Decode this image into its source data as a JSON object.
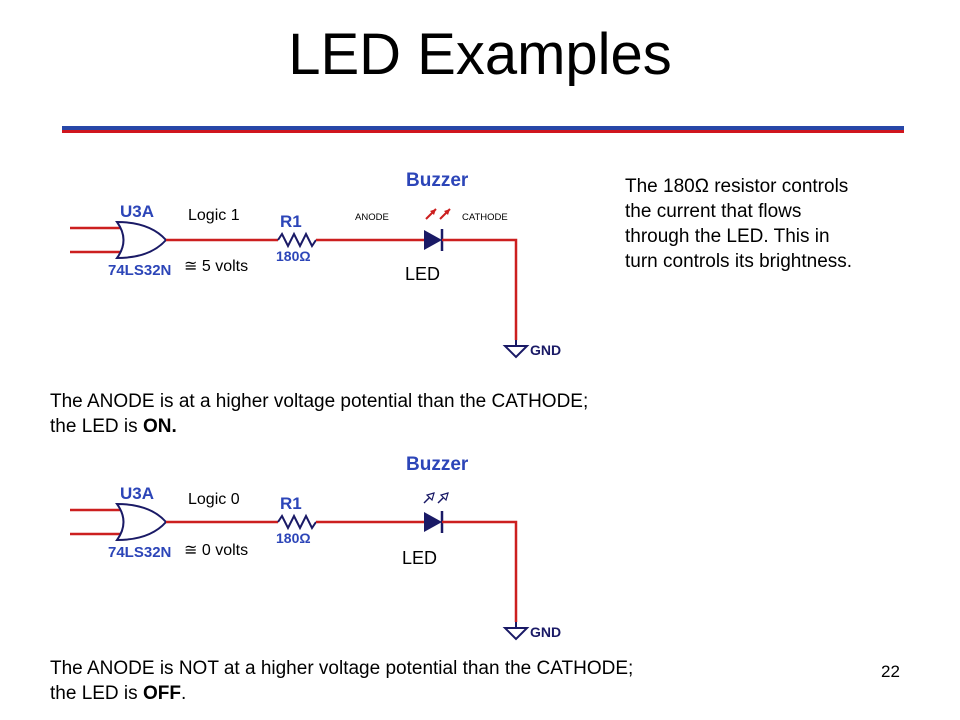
{
  "slide": {
    "title": "LED Examples",
    "page_number": "22"
  },
  "colors": {
    "title_rule_red": "#d0161e",
    "title_rule_blue": "#2747a8",
    "wire_red": "#cc1f1f",
    "schematic_blue": "#2c45b8",
    "component_navy": "#1a1a66"
  },
  "explanation": {
    "line1": "The 180Ω resistor controls",
    "line2": "the current that flows",
    "line3": "through the LED. This in",
    "line4": "turn controls its brightness."
  },
  "circuit_on": {
    "gate_name": "U3A",
    "gate_part": "74LS32N",
    "logic_label": "Logic 1",
    "approx_symbol": "≅",
    "volts": "5 volts",
    "resistor_name": "R1",
    "resistor_value": "180Ω",
    "anode_label": "ANODE",
    "cathode_label": "CATHODE",
    "buzzer_label": "Buzzer",
    "led_label": "LED",
    "gnd_label": "GND"
  },
  "statement_on": {
    "line1": "The ANODE is at a higher voltage potential than the CATHODE;",
    "line2_prefix": "the LED is ",
    "line2_state": "ON."
  },
  "circuit_off": {
    "gate_name": "U3A",
    "gate_part": "74LS32N",
    "logic_label": "Logic 0",
    "approx_symbol": "≅",
    "volts": "0 volts",
    "resistor_name": "R1",
    "resistor_value": "180Ω",
    "buzzer_label": "Buzzer",
    "led_label": "LED",
    "gnd_label": "GND"
  },
  "statement_off": {
    "line1": "The ANODE is NOT at a higher voltage potential than the CATHODE;",
    "line2_prefix": "the LED is ",
    "line2_state": "OFF",
    "line2_suffix": "."
  }
}
